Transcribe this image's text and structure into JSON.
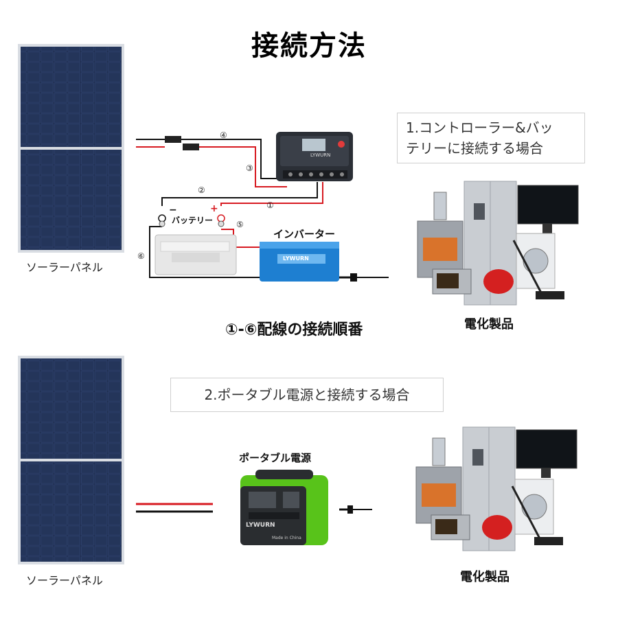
{
  "title": "接続方法",
  "section1": {
    "heading_line1": "1.コントローラー&バッ",
    "heading_line2": "テリーに接続する場合",
    "solar_panel_label": "ソーラーパネル",
    "battery_label": "バッテリー",
    "battery_minus": "−",
    "battery_plus": "+",
    "inverter_label": "インバーター",
    "wiring_order": "①-⑥配線の接続順番",
    "appliances_label": "電化製品",
    "wire_numbers": [
      "④",
      "③",
      "②",
      "①",
      "⑤",
      "⑥"
    ],
    "controller_logo": "LYWURN",
    "inverter_logo": "LYWURN"
  },
  "section2": {
    "heading": "2.ポータブル電源と接続する場合",
    "solar_panel_label": "ソーラーパネル",
    "portable_power_label": "ポータブル電源",
    "appliances_label": "電化製品",
    "device_logo": "LYWURN",
    "device_made_in": "Made in China"
  },
  "colors": {
    "panel_dark": "#1d2b4a",
    "panel_frame": "#d9dde3",
    "wire_red": "#d71920",
    "wire_black": "#111111",
    "inverter_blue": "#1e7fd1",
    "portable_green": "#58c31a"
  }
}
